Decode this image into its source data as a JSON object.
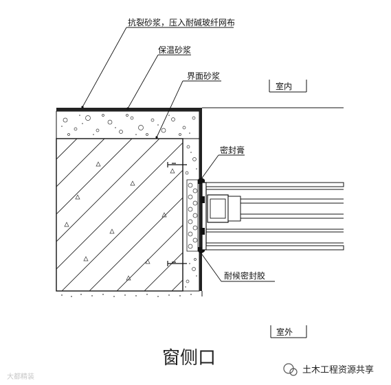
{
  "labels": {
    "crack_mortar": "抗裂砂浆，压入耐碱玻纤网布",
    "insulation_mortar": "保温砂浆",
    "interface_mortar": "界面砂浆",
    "sealing_tube": "密封膏",
    "weather_sealant": "耐候密封胶"
  },
  "tags": {
    "indoor": "室内",
    "outdoor": "室外"
  },
  "title": "窗侧口",
  "watermark_left": "大都精装",
  "watermark_right": "土木工程资源共享",
  "colors": {
    "line": "#111111",
    "wm_gray": "#c8c8c8"
  }
}
